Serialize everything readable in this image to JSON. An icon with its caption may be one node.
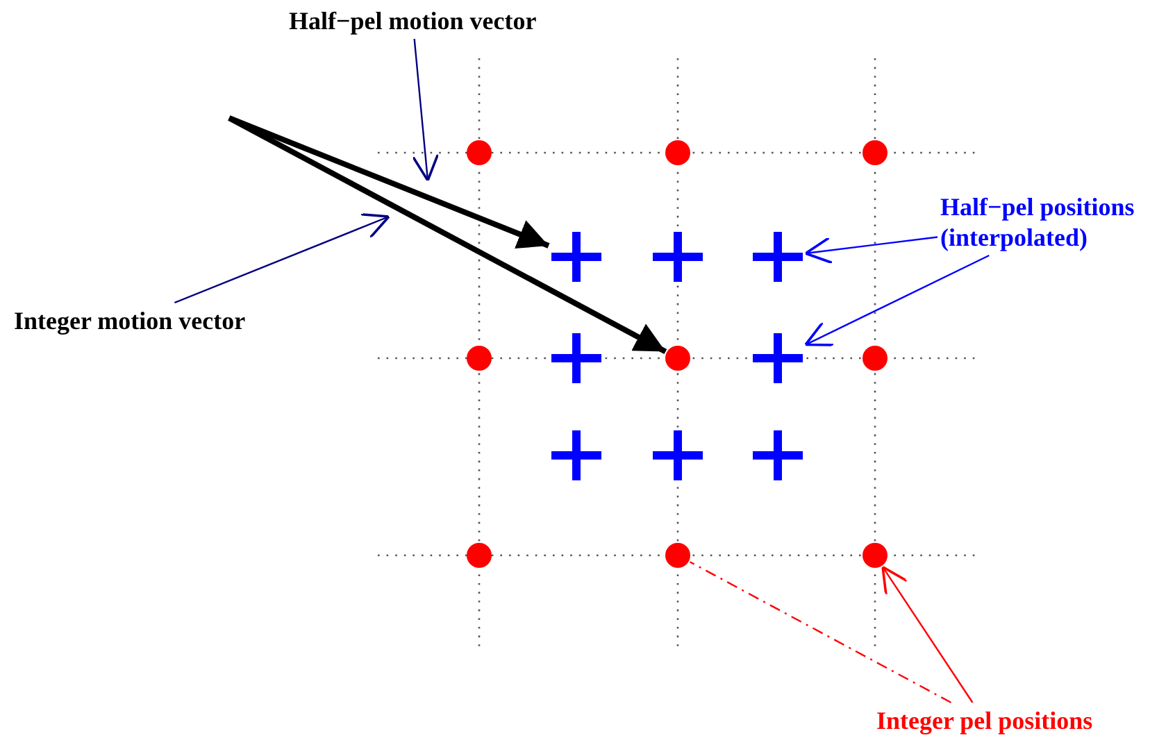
{
  "diagram": {
    "nodes": [
      {
        "text": [
          "Half−pel motion vector"
        ]
      },
      {
        "text": [
          "Half−pel positions (interpolated)"
        ]
      },
      {
        "text": [
          "Integer motion vector"
        ]
      },
      {
        "text": [
          "Integer pel positions"
        ]
      },
      {
        "text": [],
        "shape": "circle"
      },
      {
        "text": [],
        "shape": "circle"
      },
      {
        "text": [],
        "shape": "circle"
      },
      {
        "text": [],
        "shape": "plus"
      },
      {
        "text": [],
        "shape": "plus"
      },
      {
        "text": [],
        "shape": "plus"
      },
      {
        "text": [],
        "shape": "circle"
      },
      {
        "text": [],
        "shape": "plus"
      },
      {
        "text": [],
        "shape": "circle"
      },
      {
        "text": [],
        "shape": "plus"
      },
      {
        "text": [],
        "shape": "circle"
      },
      {
        "text": [],
        "shape": "plus"
      },
      {
        "text": [],
        "shape": "plus"
      },
      {
        "text": [],
        "shape": "plus"
      },
      {
        "text": [],
        "shape": "circle"
      },
      {
        "text": [],
        "shape": "circle"
      },
      {
        "text": [],
        "shape": "circle"
      }
    ],
    "edges": [
      {
        "from": null,
        "to": 7,
        "arrow": "to",
        "style": "thick",
        "color": "#000000"
      },
      {
        "from": null,
        "to": 12,
        "arrow": "to",
        "style": "thick",
        "color": "#000000"
      },
      {
        "from": 0,
        "to": null,
        "arrow": "to",
        "color": "#000080"
      },
      {
        "from": 2,
        "to": null,
        "arrow": "to",
        "color": "#000080"
      },
      {
        "from": 1,
        "to": 9,
        "arrow": "to",
        "color": "#0000ff"
      },
      {
        "from": 1,
        "to": 13,
        "arrow": "to",
        "color": "#0000ff"
      },
      {
        "from": 3,
        "to": 19,
        "arrow": "none",
        "style": "dashed",
        "color": "#ff0000"
      },
      {
        "from": 3,
        "to": 20,
        "arrow": "to",
        "color": "#ff0000"
      }
    ]
  }
}
